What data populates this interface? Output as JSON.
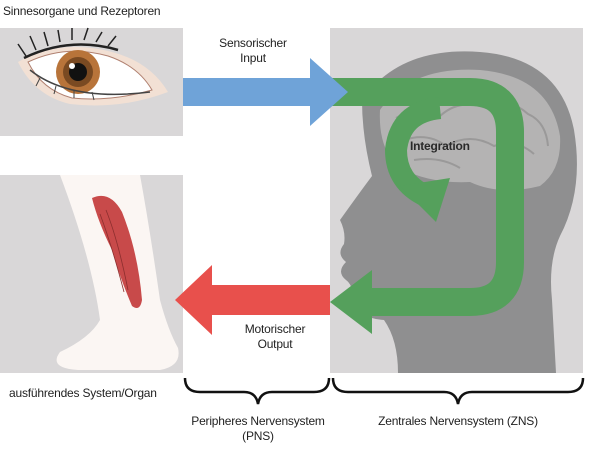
{
  "labels": {
    "sense_organs": "Sinnesorgane und Rezeptoren",
    "sensory_input_line1": "Sensorischer",
    "sensory_input_line2": "Input",
    "integration": "Integration",
    "motor_output_line1": "Motorischer",
    "motor_output_line2": "Output",
    "effector": "ausführendes System/Organ",
    "pns_line1": "Peripheres Nervensystem",
    "pns_line2": "(PNS)",
    "cns": "Zentrales Nervensystem (ZNS)"
  },
  "colors": {
    "panel_gray": "#d9d7d8",
    "head_gray": "#8f8f90",
    "sensory_arrow": "#6fa3d8",
    "integration_arrow": "#55a05c",
    "motor_arrow": "#e8504c",
    "muscle": "#c84a4a"
  },
  "icons": {
    "eye": "eye-icon",
    "leg": "leg-icon",
    "head": "head-icon",
    "brain": "brain-icon"
  }
}
